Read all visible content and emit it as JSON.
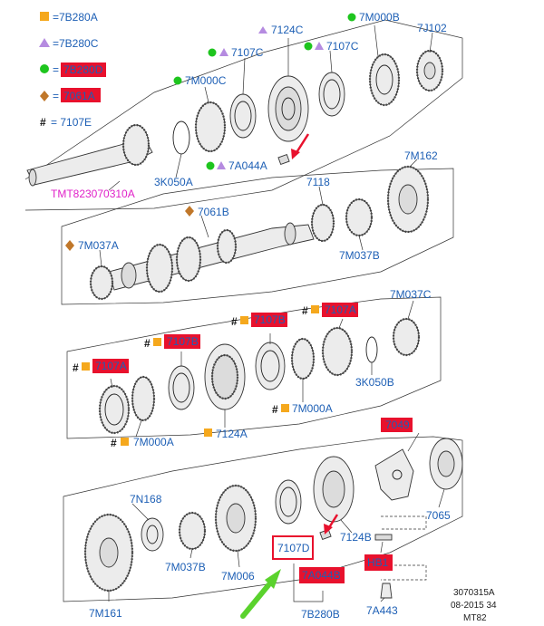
{
  "legend": [
    {
      "symbol": "square",
      "color": "#f5a81d",
      "text": "=7B280A",
      "highlight": false
    },
    {
      "symbol": "triangle",
      "color": "#b58be0",
      "text": "=7B280C",
      "highlight": false
    },
    {
      "symbol": "circle",
      "color": "#1ec51e",
      "text": "7B280D",
      "prefix": "=",
      "highlight": true
    },
    {
      "symbol": "diamond",
      "color": "#c0772a",
      "text": "7061A",
      "prefix": "=",
      "highlight": true
    },
    {
      "symbol": "hash",
      "color": "#111111",
      "text": "= 7107E",
      "highlight": false
    }
  ],
  "labels": {
    "p7M000B": "7M000B",
    "p7J102": "7J102",
    "p7124C": "7124C",
    "p7107C_a": "7107C",
    "p7107C_b": "7107C",
    "p7M000C": "7M000C",
    "p3K050A": "3K050A",
    "p7A044A": "7A044A",
    "pTMT": "TMT823070310A",
    "p7118": "7118",
    "p7M162": "7M162",
    "p7061B": "7061B",
    "p7M037A": "7M037A",
    "p7M037B_a": "7M037B",
    "p7M037C": "7M037C",
    "p7107B_a": "7107B",
    "p7107A_a": "7107A",
    "p7107B_b": "7107B",
    "p7107A_b": "7107A",
    "p3K050B": "3K050B",
    "p7M000A_a": "7M000A",
    "p7M000A_b": "7M000A",
    "p7124A": "7124A",
    "p7049": "7049",
    "p7N168": "7N168",
    "p7065": "7065",
    "p7124B": "7124B",
    "p7107D": "7107D",
    "p7A044B": "7A044B",
    "p7M037B_b": "7M037B",
    "p7M006": "7M006",
    "pHB1": "HB1",
    "p7M161": "7M161",
    "p7B280B": "7B280B",
    "p7A443": "7A443",
    "code1": "3070315A",
    "code2": "08-2015 34",
    "code3": "MT82"
  },
  "colors": {
    "label_blue": "#1d5fb5",
    "highlight_red": "#e8112d",
    "magenta": "#e020c8",
    "green_arrow": "#5ad22d",
    "red_arrow": "#e8112d"
  }
}
